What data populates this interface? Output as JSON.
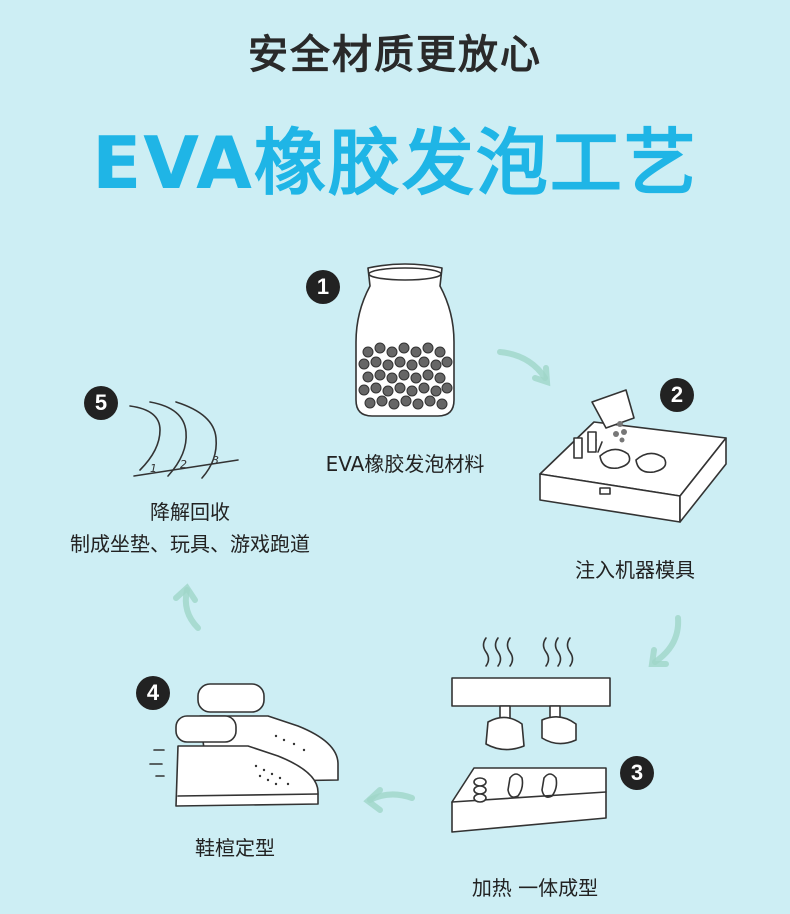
{
  "header": {
    "subtitle": "安全材质更放心",
    "title": "EVA橡胶发泡工艺"
  },
  "steps": [
    {
      "number": "1",
      "label": "EVA橡胶发泡材料",
      "icon": "bead-jar-icon"
    },
    {
      "number": "2",
      "label": "注入机器模具",
      "icon": "mold-machine-icon"
    },
    {
      "number": "3",
      "label": "加热 一体成型",
      "icon": "heat-press-icon"
    },
    {
      "number": "4",
      "label": "鞋楦定型",
      "icon": "shoe-last-icon"
    },
    {
      "number": "5",
      "label": "降解回收",
      "label2": "制成坐垫、玩具、游戏跑道",
      "icon": "running-track-icon",
      "track_lanes": [
        "1",
        "2",
        "3"
      ]
    }
  ],
  "colors": {
    "background": "#cdeef4",
    "accent": "#1fb5e6",
    "text": "#222222",
    "arrow": "#9fd6c8"
  }
}
